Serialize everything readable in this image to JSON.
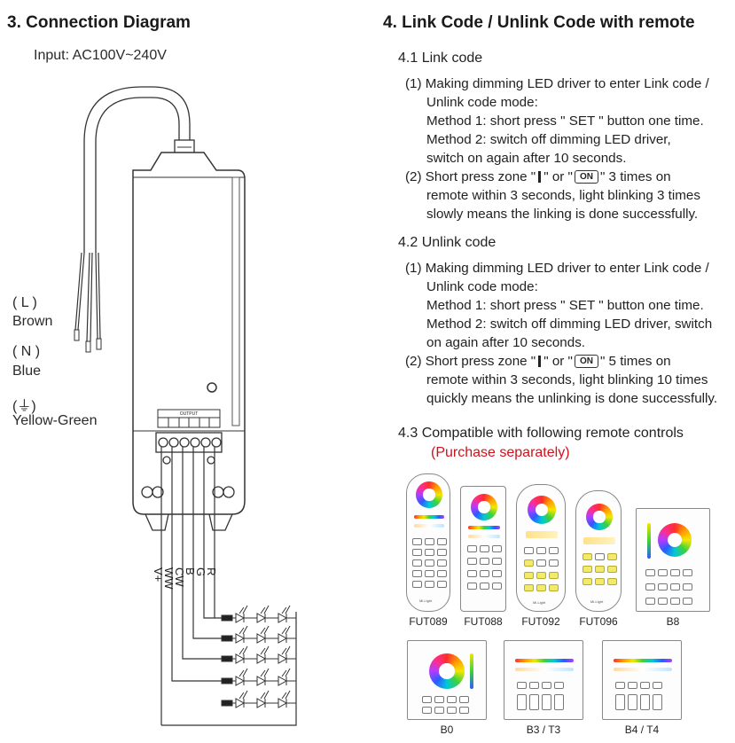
{
  "section3": {
    "title": "3. Connection Diagram",
    "input_label": "Input: AC100V~240V",
    "wires": {
      "l_code": "( L )",
      "l_color": "Brown",
      "n_code": "( N )",
      "n_color": "Blue",
      "ground_code": "(⏚)",
      "ground_color": "Yellow-Green"
    },
    "output_label": "OUTPUT",
    "terminals": [
      "V+",
      "WW",
      "CW",
      "B",
      "G",
      "R"
    ]
  },
  "section4": {
    "title": "4. Link Code / Unlink Code with remote",
    "link": {
      "heading": "4.1 Link code",
      "s1_l1": "(1) Making dimming LED driver to enter Link code /",
      "s1_l2": "Unlink code mode:",
      "s1_l3": "Method 1: short press \" SET \" button one time.",
      "s1_l4": "Method 2: switch off dimming LED driver,",
      "s1_l5": "switch on again after 10 seconds.",
      "s2_a": "(2) Short press zone \"",
      "s2_b": "\" or \"",
      "s2_c": "\" 3 times on",
      "s2_l2": "remote within 3 seconds, light blinking 3 times",
      "s2_l3": "slowly means the linking is done successfully."
    },
    "unlink": {
      "heading": "4.2 Unlink code",
      "s1_l1": "(1) Making dimming LED driver to enter Link code /",
      "s1_l2": "Unlink code mode:",
      "s1_l3": "Method 1: short press \" SET \" button one time.",
      "s1_l4": "Method 2: switch off dimming LED driver,  switch",
      "s1_l5": "on again after 10 seconds.",
      "s2_a": "(2) Short press zone \"",
      "s2_b": "\" or \"",
      "s2_c": "\" 5 times on",
      "s2_l2": "remote within 3 seconds, light blinking 10 times",
      "s2_l3": "quickly means the unlinking is done successfully."
    },
    "on_key": "ON",
    "compat": {
      "heading": "4.3 Compatible with following remote controls",
      "note": "(Purchase separately)"
    },
    "remotes": [
      "FUT089",
      "FUT088",
      "FUT092",
      "FUT096",
      "B8",
      "B0",
      "B3 / T3",
      "B4 / T4"
    ],
    "brand_text": "Mi-Light"
  }
}
